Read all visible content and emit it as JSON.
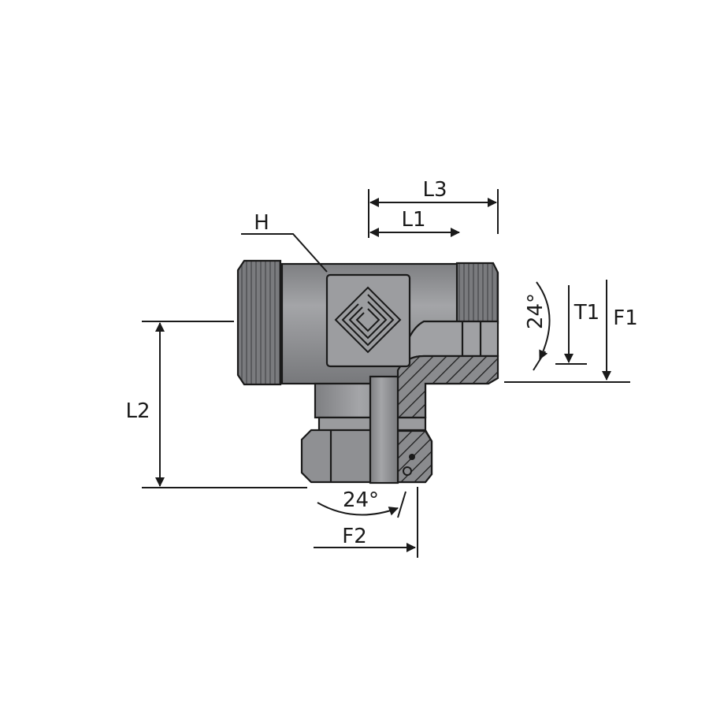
{
  "labels": {
    "L3": "L3",
    "L1": "L1",
    "H": "H",
    "L2": "L2",
    "angle_side": "24°",
    "T1": "T1",
    "F1": "F1",
    "angle_bottom": "24°",
    "F2": "F2"
  },
  "colors": {
    "body": "#8a8b8e",
    "body_light": "#a2a3a6",
    "thread": "#6f7073",
    "line": "#1a1a1a"
  }
}
